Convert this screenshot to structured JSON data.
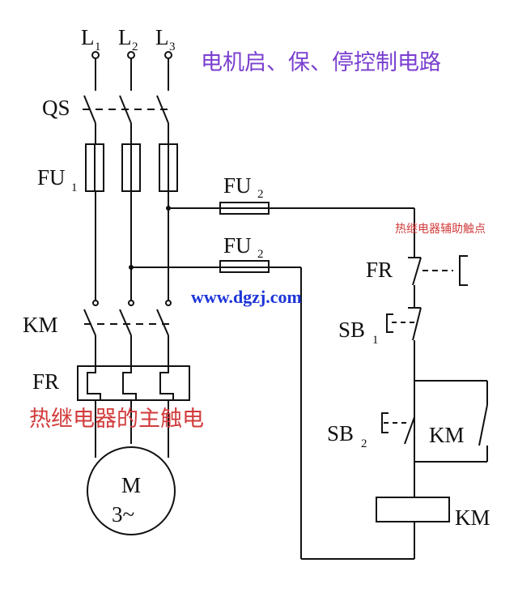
{
  "title": "电机启、保、停控制电路",
  "watermark": "www.dgzj.com",
  "annotations": {
    "fr_aux": "热继电器辅助触点",
    "fr_main": "热继电器的主触电"
  },
  "labels": {
    "L1": "L",
    "L1_sub": "1",
    "L2": "L",
    "L2_sub": "2",
    "L3": "L",
    "L3_sub": "3",
    "qs": "QS",
    "fu1": "FU",
    "fu1_sub": "1",
    "fu2_top": "FU",
    "fu2_top_sub": "2",
    "fu2_bot": "FU",
    "fu2_bot_sub": "2",
    "km_main": "KM",
    "fr_main": "FR",
    "motor_m": "M",
    "motor_3": "3~",
    "fr_ctrl": "FR",
    "sb1": "SB",
    "sb1_sub": "1",
    "sb2": "SB",
    "sb2_sub": "2",
    "km_aux": "KM",
    "km_coil": "KM"
  },
  "colors": {
    "title": "#7a3fd0",
    "watermark": "#1e35d8",
    "annotation": "#d23b3b",
    "line": "#111111"
  }
}
